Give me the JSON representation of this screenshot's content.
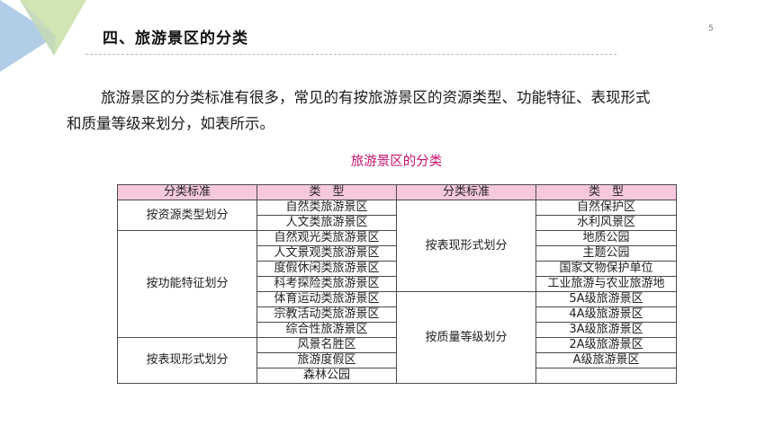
{
  "page": {
    "number": "5",
    "heading": "四、旅游景区的分类"
  },
  "intro": {
    "line1": "旅游景区的分类标准有很多，常见的有按旅游景区的资源类型、功能特征、表现形式",
    "line2": "和质量等级来划分，如表所示。"
  },
  "table": {
    "caption": "旅游景区的分类",
    "headers": [
      "分类标准",
      "类　型",
      "分类标准",
      "类　型"
    ],
    "left": {
      "groups": [
        {
          "criterion": "按资源类型划分",
          "types": [
            "自然类旅游景区",
            "人文类旅游景区"
          ]
        },
        {
          "criterion": "按功能特征划分",
          "types": [
            "自然观光类旅游景区",
            "人文景观类旅游景区",
            "度假休闲类旅游景区",
            "科考探险类旅游景区",
            "体育运动类旅游景区",
            "宗教活动类旅游景区",
            "综合性旅游景区"
          ]
        },
        {
          "criterion": "按表现形式划分",
          "types": [
            "风景名胜区",
            "旅游度假区",
            "森林公园"
          ]
        }
      ]
    },
    "right": {
      "groups": [
        {
          "criterion": "按表现形式划分",
          "types": [
            "自然保护区",
            "水利风景区",
            "地质公园",
            "主题公园",
            "国家文物保护单位",
            "工业旅游与农业旅游地"
          ]
        },
        {
          "criterion": "按质量等级划分",
          "types": [
            "5A级旅游景区",
            "4A级旅游景区",
            "3A级旅游景区",
            "2A级旅游景区",
            "A级旅游景区",
            ""
          ]
        }
      ]
    }
  },
  "colors": {
    "header_fill": "#f6c8dd",
    "caption": "#c8106e",
    "deco_blue": "#a9c8e6",
    "deco_green": "#c9dfa6"
  }
}
